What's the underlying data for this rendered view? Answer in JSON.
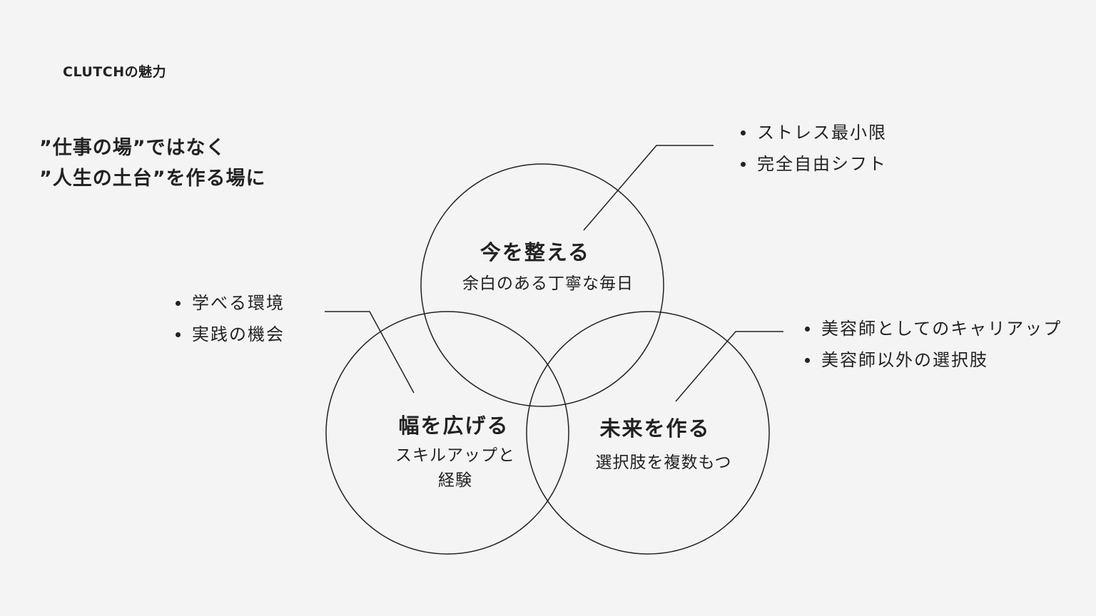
{
  "brand": "CLUTCHの魅力",
  "headline": {
    "line1": "”仕事の場”ではなく",
    "line2": "”人生の土台”を作る場に"
  },
  "circles": {
    "top": {
      "title": "今を整える",
      "subtitle": "余白のある丁寧な毎日"
    },
    "left": {
      "title": "幅を広げる",
      "subtitle_line1": "スキルアップと",
      "subtitle_line2": "経験"
    },
    "right": {
      "title": "未来を作る",
      "subtitle": "選択肢を複数もつ"
    }
  },
  "callouts": {
    "top": [
      "ストレス最小限",
      "完全自由シフト"
    ],
    "left": [
      "学べる環境",
      "実践の機会"
    ],
    "right": [
      "美容師としてのキャリアップ",
      "美容師以外の選択肢"
    ]
  },
  "colors": {
    "background": "#f4f4f4",
    "stroke": "#222222"
  }
}
